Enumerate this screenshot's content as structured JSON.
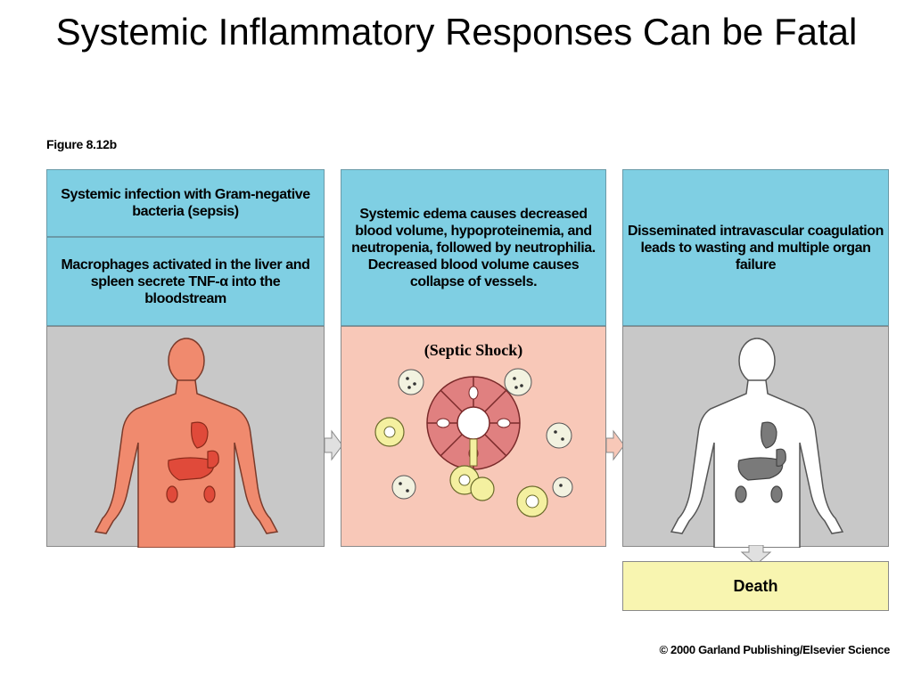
{
  "title": "Systemic Inflammatory Responses Can be Fatal",
  "figure_label": "Figure 8.12b",
  "panels": [
    {
      "caption_top": "Systemic infection with Gram-negative bacteria (sepsis)",
      "caption_bottom": "Macrophages activated in the liver and spleen secrete TNF-α into the bloodstream",
      "scene_color": "#c8c8c8",
      "body_color": "#f08a6e",
      "organ_color": "#e04a3a"
    },
    {
      "caption": "Systemic edema causes decreased blood volume, hypoproteinemia, and neutropenia, followed by neutrophilia. Decreased blood volume causes collapse of vessels.",
      "scene_label": "(Septic Shock)",
      "scene_color": "#f8c8b8"
    },
    {
      "caption": "Disseminated intravascular coagulation leads to wasting and multiple organ failure",
      "scene_color": "#c8c8c8",
      "body_color": "#ffffff",
      "organ_color": "#7a7a7a"
    }
  ],
  "outcome": "Death",
  "copyright": "© 2000 Garland Publishing/Elsevier Science",
  "colors": {
    "caption_bg": "#7fcfe3",
    "death_bg": "#f8f5b0",
    "arrow": "#e0e0e0"
  }
}
